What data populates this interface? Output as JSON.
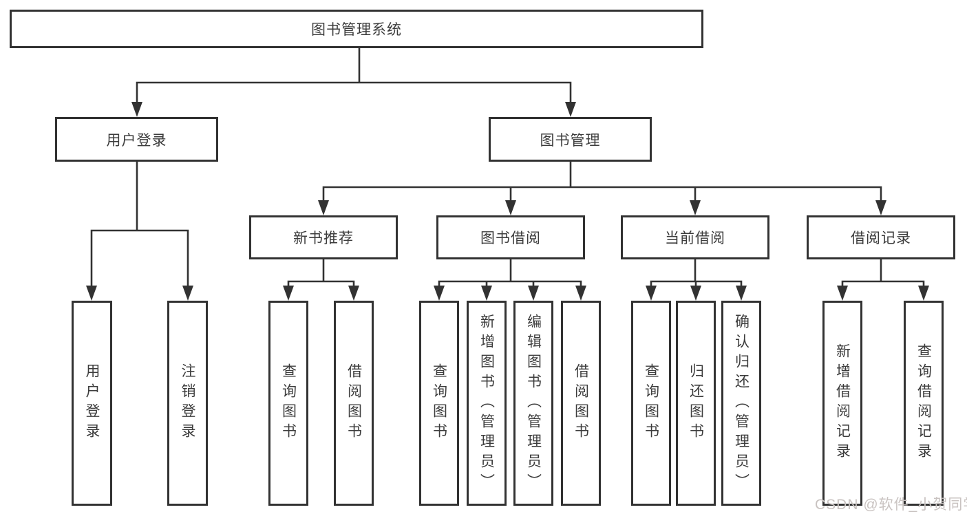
{
  "diagram": {
    "root": {
      "label": "图书管理系统"
    },
    "branches": [
      {
        "label": "用户登录",
        "children": [
          {
            "label": "用户登录"
          },
          {
            "label": "注销登录"
          }
        ]
      },
      {
        "label": "图书管理",
        "groups": [
          {
            "label": "新书推荐",
            "children": [
              {
                "label": "查询图书"
              },
              {
                "label": "借阅图书"
              }
            ]
          },
          {
            "label": "图书借阅",
            "children": [
              {
                "label": "查询图书"
              },
              {
                "label": "新增图书（管理员）"
              },
              {
                "label": "编辑图书（管理员）"
              },
              {
                "label": "借阅图书"
              }
            ]
          },
          {
            "label": "当前借阅",
            "children": [
              {
                "label": "查询图书"
              },
              {
                "label": "归还图书"
              },
              {
                "label": "确认归还（管理员）"
              }
            ]
          },
          {
            "label": "借阅记录",
            "children": [
              {
                "label": "新增借阅记录"
              },
              {
                "label": "查询借阅记录"
              }
            ]
          }
        ]
      }
    ]
  },
  "watermark": {
    "text": "CSDN @软件_小贺同学"
  },
  "colors": {
    "line": "#323232",
    "box_border": "#323232",
    "text": "#3c3c3c",
    "background": "#ffffff",
    "watermark": "#c9c3c1"
  }
}
